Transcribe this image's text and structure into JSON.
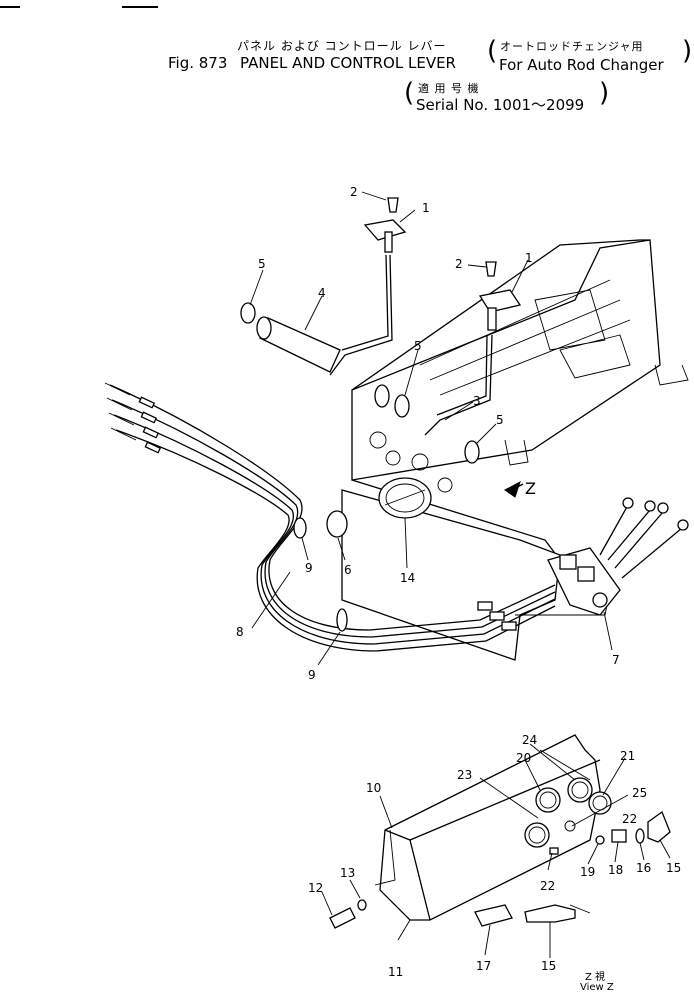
{
  "header": {
    "fig_label": "Fig. 873",
    "title_jp": "パネル および コントロール レバー",
    "title_en": "PANEL AND CONTROL LEVER",
    "qualifier_jp": "オートロッドチェンジャ用",
    "qualifier_en": "For Auto Rod Changer",
    "serial_jp": "適 用 号 機",
    "serial_en": "Serial No. 1001～2099"
  },
  "diagram": {
    "view_arrow_label": "Z",
    "view_label_jp": "Z  視",
    "view_label_en": "View Z",
    "callouts": [
      "1",
      "2",
      "1",
      "2",
      "3",
      "4",
      "5",
      "5",
      "5",
      "6",
      "7",
      "8",
      "9",
      "9",
      "14",
      "10",
      "11",
      "12",
      "13",
      "15",
      "15",
      "16",
      "17",
      "18",
      "19",
      "20",
      "21",
      "22",
      "22",
      "23",
      "24",
      "25"
    ]
  }
}
